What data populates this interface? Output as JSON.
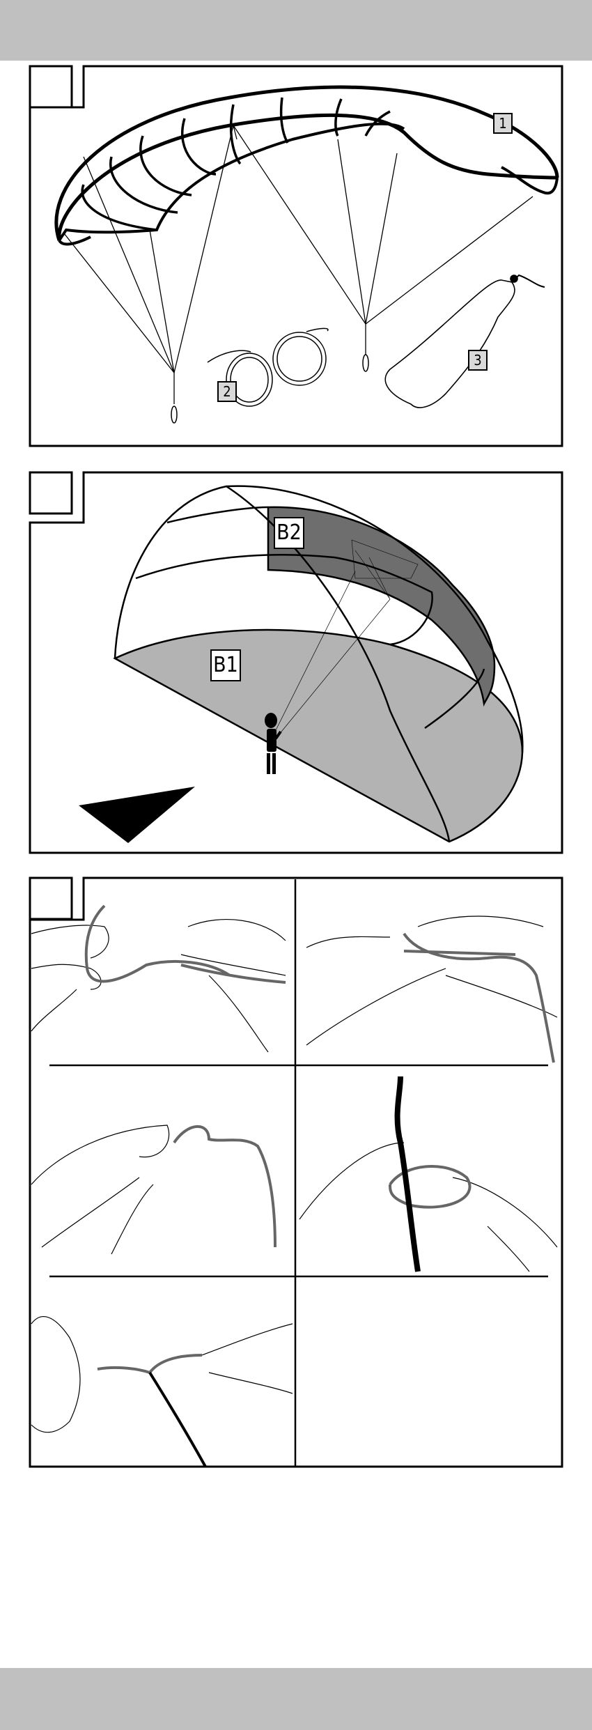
{
  "figure1": {
    "labels": [
      "1",
      "2",
      "3"
    ]
  },
  "figure2": {
    "zone_labels": [
      "B1",
      "B2"
    ],
    "colors": {
      "zone_b1": "#b3b3b3",
      "zone_b2": "#6e6e6e"
    }
  },
  "figure3": {
    "steps": 5
  },
  "colors": {
    "band": "#c0c0c0",
    "line": "#000000",
    "cord": "#666666"
  }
}
